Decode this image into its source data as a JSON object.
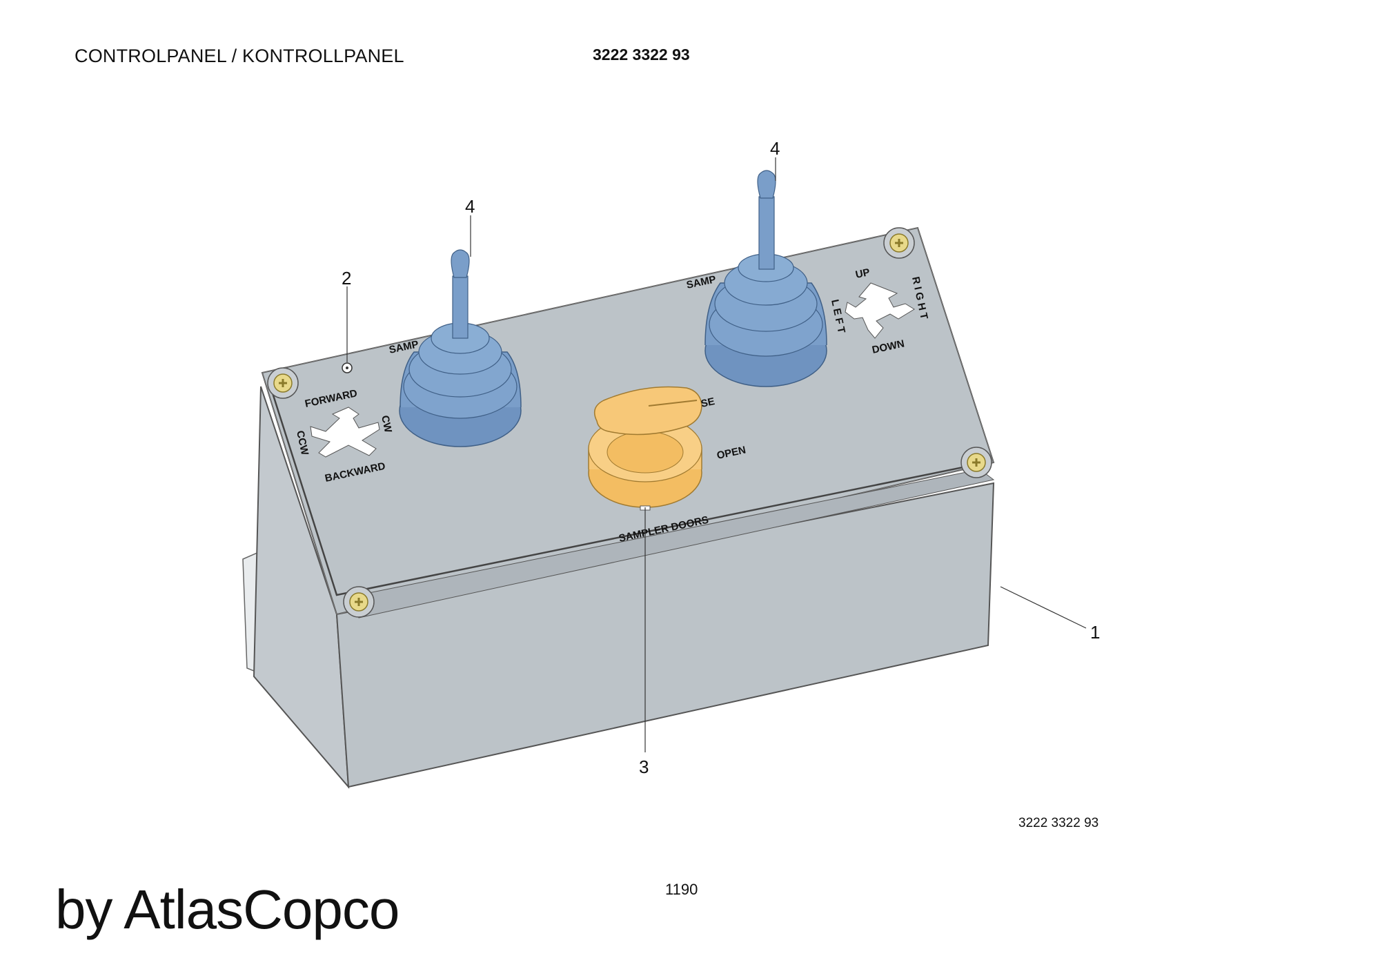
{
  "header": {
    "title": "CONTROLPANEL / KONTROLLPANEL",
    "part_number": "3222 3322 93"
  },
  "footer": {
    "part_number": "3222 3322 93",
    "page_number": "1190",
    "brand": "by AtlasCopco"
  },
  "callouts": {
    "housing": "1",
    "indicator": "2",
    "selector": "3",
    "joystick_left": "4",
    "joystick_right": "4"
  },
  "panel_labels": {
    "forward": "FORWARD",
    "backward": "BACKWARD",
    "ccw": "CCW",
    "cw": "CW",
    "up": "UP",
    "down": "DOWN",
    "left": "LEFT",
    "right": "RIGHT",
    "sampler_left": "SAMP",
    "sampler_right": "SAMP",
    "close": "SE",
    "open": "OPEN",
    "sampler_doors": "SAMPLER DOORS"
  },
  "colors": {
    "housing": "#bcc3c8",
    "joystick": "#7a9ec9",
    "selector_knob": "#f7c878",
    "screw": "#e8d98a"
  }
}
